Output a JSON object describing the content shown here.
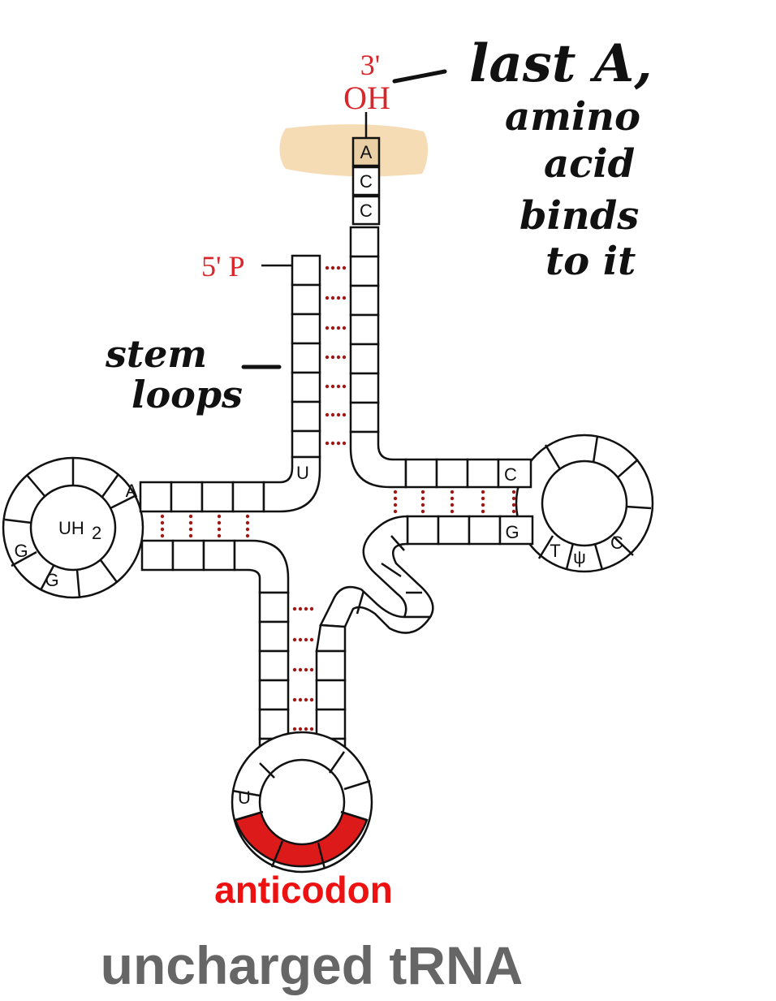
{
  "labels": {
    "three_prime": "3'",
    "oh": "OH",
    "five_prime": "5' P",
    "uh2": "UH",
    "uh2_sub": "2",
    "anticodon": "anticodon",
    "title": "uncharged tRNA"
  },
  "annotations": {
    "last_a_line1": "last A,",
    "last_a_line2": "amino",
    "last_a_line3": "acid",
    "last_a_line4": "binds",
    "last_a_line5": "to it",
    "stem_line1": "stem",
    "stem_line2": "loops"
  },
  "bases": {
    "acceptor_a": "A",
    "acceptor_c1": "C",
    "acceptor_c2": "C",
    "d_arm_a": "A",
    "d_loop_g1": "G",
    "d_loop_g2": "G",
    "junction_u": "U",
    "t_arm_c": "C",
    "t_arm_g": "G",
    "t_loop_t": "T",
    "t_loop_psi": "ψ",
    "t_loop_c": "C",
    "anticodon_u": "U"
  },
  "colors": {
    "highlight": "#f5d6a8",
    "anticodon_fill": "#dd1a1a",
    "pairing_dots": "#a01818",
    "label_red": "#d8262a",
    "title_gray": "#666666"
  }
}
